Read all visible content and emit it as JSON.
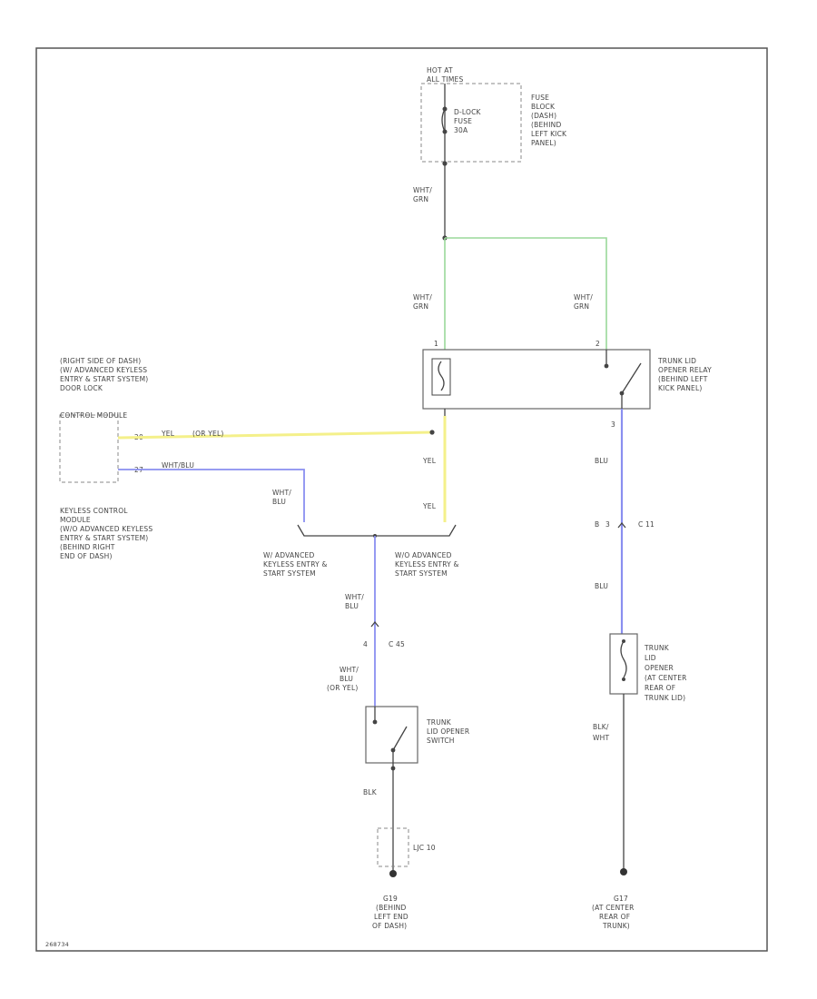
{
  "colors": {
    "wire_green": "#9ad89a",
    "wire_yellow": "#f4f08a",
    "wire_blue": "#8a8ff0",
    "line": "#444444",
    "border": "#555555"
  },
  "power": {
    "source": [
      "HOT AT",
      "ALL TIMES"
    ],
    "fuse": [
      "D-LOCK",
      "FUSE",
      "30A"
    ],
    "fuse_block": [
      "FUSE",
      "BLOCK",
      "(DASH)",
      "(BEHIND",
      "LEFT KICK",
      "PANEL)"
    ]
  },
  "wires": {
    "wht_grn_top": [
      "WHT/",
      "GRN"
    ],
    "wht_grn_left": [
      "WHT/",
      "GRN"
    ],
    "wht_grn_right": [
      "WHT/",
      "GRN"
    ],
    "yel_horizontal": "YEL",
    "yel_or_yel": "(OR YEL)",
    "wht_blu_horizontal": "WHT/BLU",
    "wht_blu_mid": [
      "WHT/",
      "BLU"
    ],
    "yel_upper": "YEL",
    "yel_lower": "YEL",
    "blu_upper": "BLU",
    "blu_lower": "BLU",
    "wht_blu_switch_top": [
      "WHT/",
      "BLU"
    ],
    "wht_blu_switch_bottom": [
      "WHT/",
      "BLU",
      "(OR YEL)"
    ],
    "blk_switch": "BLK",
    "blk_wht_solenoid": [
      "BLK/",
      "WHT"
    ]
  },
  "pins": {
    "relay_left": "1",
    "relay_right": "2",
    "relay_bottom": "3",
    "ecm_top": "20",
    "ecm_bottom": "27"
  },
  "connectors": {
    "c11": "C 11",
    "c11_pin": "3",
    "c11_pin_left": "B",
    "c45": "C 45",
    "c45_pin": "4",
    "ljc": "LJC 10"
  },
  "relay": [
    "TRUNK LID",
    "OPENER RELAY",
    "(BEHIND LEFT",
    "KICK PANEL)"
  ],
  "module_top": [
    "(RIGHT SIDE OF DASH)",
    "(W/ ADVANCED KEYLESS",
    "ENTRY & START SYSTEM)",
    "DOOR LOCK",
    "CONTROL MODULE"
  ],
  "module_bottom": [
    "KEYLESS CONTROL",
    "MODULE",
    "(W/O ADVANCED KEYLESS",
    "ENTRY & START SYSTEM)",
    "(BEHIND RIGHT",
    "END OF DASH)"
  ],
  "split": {
    "with": [
      "W/ ADVANCED",
      "KEYLESS ENTRY &",
      "START SYSTEM"
    ],
    "without": [
      "W/O ADVANCED",
      "KEYLESS ENTRY &",
      "START SYSTEM"
    ]
  },
  "switch": [
    "TRUNK",
    "LID OPENER",
    "SWITCH"
  ],
  "solenoid": [
    "TRUNK",
    "LID",
    "OPENER",
    "(AT CENTER",
    "REAR OF",
    "TRUNK LID)"
  ],
  "grounds": {
    "left": [
      "G19",
      "(BEHIND",
      "LEFT END",
      "OF DASH)"
    ],
    "right": [
      "G17",
      "(AT CENTER",
      "REAR OF",
      "TRUNK)"
    ]
  },
  "footer_code": "268734"
}
